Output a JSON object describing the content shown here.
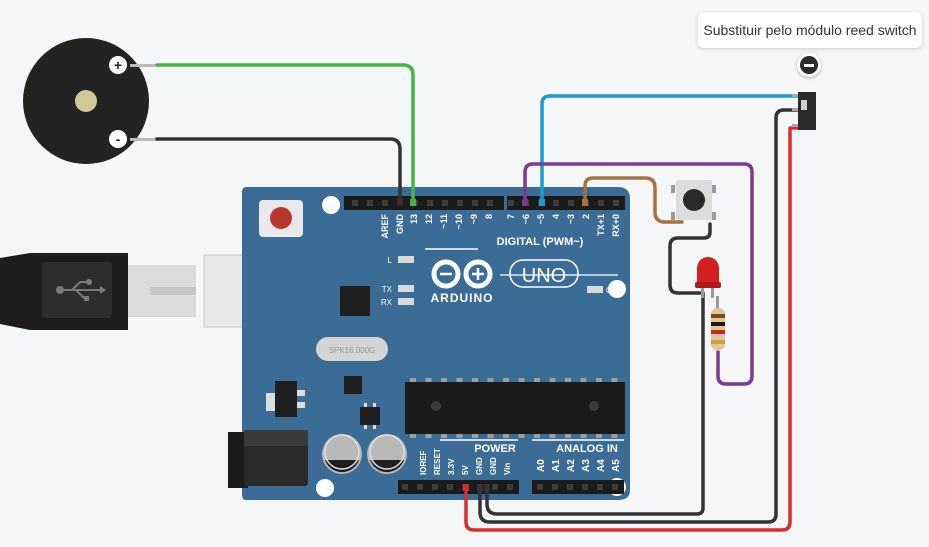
{
  "annotation": {
    "text": "Substituir pelo módulo reed switch"
  },
  "buzzer": {
    "plus": "+",
    "minus": "-"
  },
  "board": {
    "brand": "ARDUINO",
    "model": "UNO",
    "digital_label": "DIGITAL (PWM~)",
    "power_label": "POWER",
    "analog_label": "ANALOG IN",
    "led_l": "L",
    "led_tx": "TX",
    "led_rx": "RX",
    "led_on": "ON",
    "crystal": "SPK16.000G",
    "digital_pins": [
      "AREF",
      "GND",
      "13",
      "12",
      "~11",
      "~10",
      "~9",
      "8",
      "7",
      "~6",
      "~5",
      "4",
      "~3",
      "2",
      "TX+1",
      "RX+0"
    ],
    "power_pins": [
      "IOREF",
      "RESET",
      "3.3V",
      "5V",
      "GND",
      "GND",
      "Vin"
    ],
    "analog_pins": [
      "A0",
      "A1",
      "A2",
      "A3",
      "A4",
      "A5"
    ]
  },
  "colors": {
    "board": "#3a6c96",
    "wire_green": "#47b649",
    "wire_black": "#333333",
    "wire_blue": "#1d9ad0",
    "wire_purple": "#7a3b92",
    "wire_brown": "#a7723f",
    "wire_red": "#d62d2d",
    "led_red": "#d42020"
  }
}
